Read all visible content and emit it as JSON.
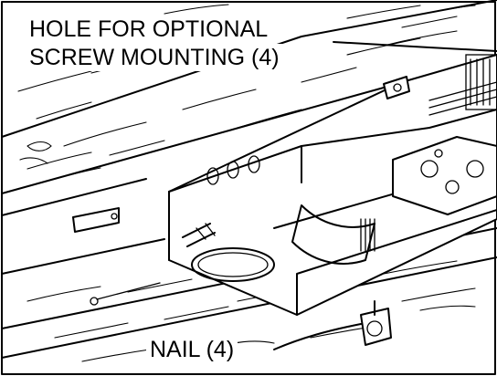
{
  "labels": {
    "hole_line1": "HOLE FOR OPTIONAL",
    "hole_line2": "SCREW MOUNTING (4)",
    "nail": "NAIL (4)"
  },
  "colors": {
    "ink": "#000000",
    "paper": "#ffffff"
  }
}
